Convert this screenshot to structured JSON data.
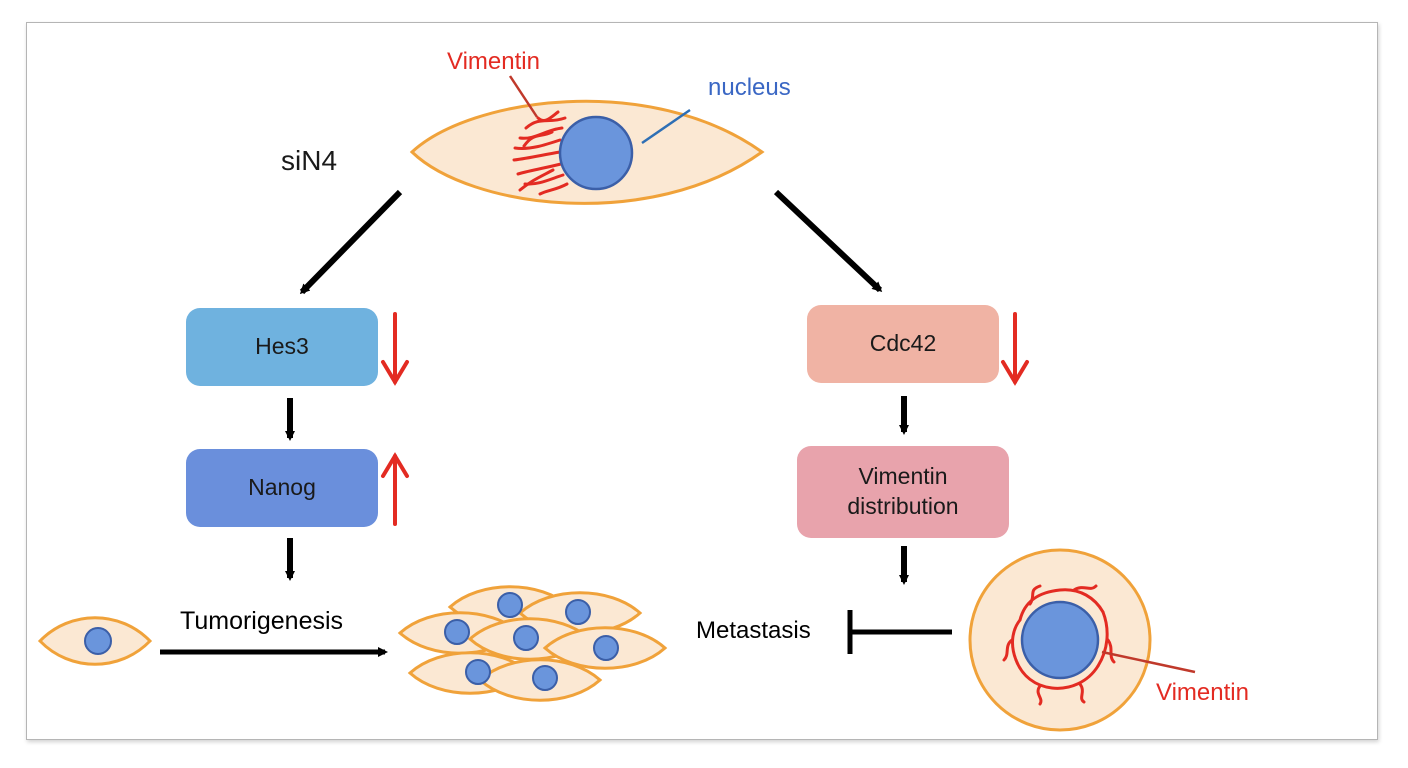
{
  "labels": {
    "sin4": "siN4",
    "vimentin_top": "Vimentin",
    "nucleus": "nucleus",
    "tumorigenesis": "Tumorigenesis",
    "metastasis": "Metastasis",
    "vimentin_bottom": "Vimentin"
  },
  "boxes": {
    "hes3": "Hes3",
    "nanog": "Nanog",
    "cdc42": "Cdc42",
    "vimentin_distribution": "Vimentin distribution"
  },
  "colors": {
    "hes3_fill": "#6fb2df",
    "nanog_fill": "#6a8fdc",
    "cdc42_fill": "#f0b3a4",
    "vimentin_box_fill": "#e8a3ac",
    "cell_fill": "#fbe8d3",
    "cell_stroke": "#f0a23a",
    "nucleus_fill": "#6a95dc",
    "nucleus_stroke": "#3b5fa8",
    "vimentin_red": "#e32b22",
    "nucleus_label": "#3a67c4"
  },
  "regulation": {
    "hes3": "down",
    "nanog": "up",
    "cdc42": "down"
  }
}
